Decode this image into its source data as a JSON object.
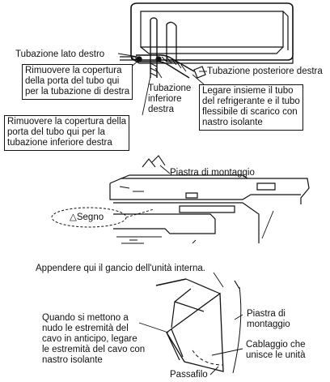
{
  "top_diagram": {
    "label_right_pipe": "Tubazione lato destro",
    "label_rear_right": "Tubazione posteriore destra",
    "label_lower_right": [
      "Tubazione",
      "inferiore",
      "destra"
    ],
    "box_right_cover": [
      "Rimuovere la copertura",
      "della porta del tubo qui",
      "per la tubazione di destra"
    ],
    "box_lower_cover": [
      "Rimuovere la copertura della",
      "porta del tubo qui per la",
      "tubazione inferiore destra"
    ],
    "box_tape": [
      "Legare insieme il tubo",
      "del refrigerante e il tubo",
      "flessibile di scarico con",
      "nastro isolante"
    ]
  },
  "middle_diagram": {
    "label_plate": "Piastra di montaggio",
    "label_mark": "Segno",
    "mark_symbol": "△"
  },
  "bottom_diagram": {
    "label_hook": "Appendere qui il gancio dell'unità interna.",
    "label_bare_ends": [
      "Quando si mettono a",
      "nudo le estremità del",
      "cavo in anticipo, legare",
      "le estremità del cavo con",
      "nastro isolante"
    ],
    "label_plate": [
      "Piastra di",
      "montaggio"
    ],
    "label_wiring": [
      "Cablaggio che",
      "unisce le unità"
    ],
    "label_grommet": "Passafilo"
  }
}
